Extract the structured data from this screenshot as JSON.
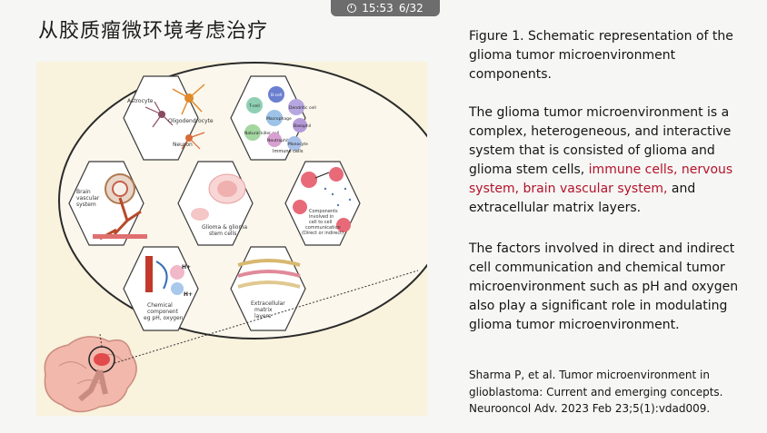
{
  "topbar": {
    "time": "15:53",
    "page": "6/32"
  },
  "slide_title": "从胶质瘤微环境考虑治疗",
  "figure": {
    "hex_astro": {
      "astrocyte": "Astrocyte",
      "oligodendrocyte": "Oligodendrocyte",
      "neuron": "Neuron"
    },
    "hex_immune": {
      "tcell": "T-cell",
      "bcell": "B-cell",
      "dendritic": "Dendritic cell",
      "macrophage": "Macrophage",
      "basophil": "Basophil",
      "nk": "Natural killer cell",
      "neutrophil": "Neutrophil",
      "monocyte": "Monocyte",
      "label": "Immune cells"
    },
    "hex_vascular": {
      "line1": "Brain",
      "line2": "vascular",
      "line3": "system"
    },
    "hex_glioma": {
      "line1": "Glioma & glioma",
      "line2": "stem cells"
    },
    "hex_comm": {
      "line1": "Components",
      "line2": "involved in",
      "line3": "cell to cell",
      "line4": "communication",
      "line5": "(Direct or indirect)"
    },
    "hex_chem": {
      "line1": "Chemical",
      "line2": "component",
      "line3": "eg pH, oxygen",
      "hplus": "H+"
    },
    "hex_ecm": {
      "line1": "Extracellular",
      "line2": "matrix",
      "line3": "layers"
    }
  },
  "caption": {
    "heading": "Figure 1. Schematic representation of the glioma tumor microenvironment components.",
    "para1_a": "The glioma tumor microenvironment is a complex, heterogeneous, and interactive system that is consisted of glioma and glioma stem cells, ",
    "para1_red": "immune cells, nervous system, brain vascular system,",
    "para1_b": " and extracellular matrix layers.",
    "para2": "The factors involved in direct and indirect cell communication and chemical tumor microenvironment such as pH and oxygen also play a significant role in modulating glioma tumor microenvironment.",
    "citation": "Sharma P, et al. Tumor microenvironment in glioblastoma: Current and emerging concepts. Neurooncol Adv. 2023 Feb 23;5(1):vdad009."
  },
  "colors": {
    "accent_red": "#b3132b",
    "figure_bg": "#f9f2dd"
  }
}
